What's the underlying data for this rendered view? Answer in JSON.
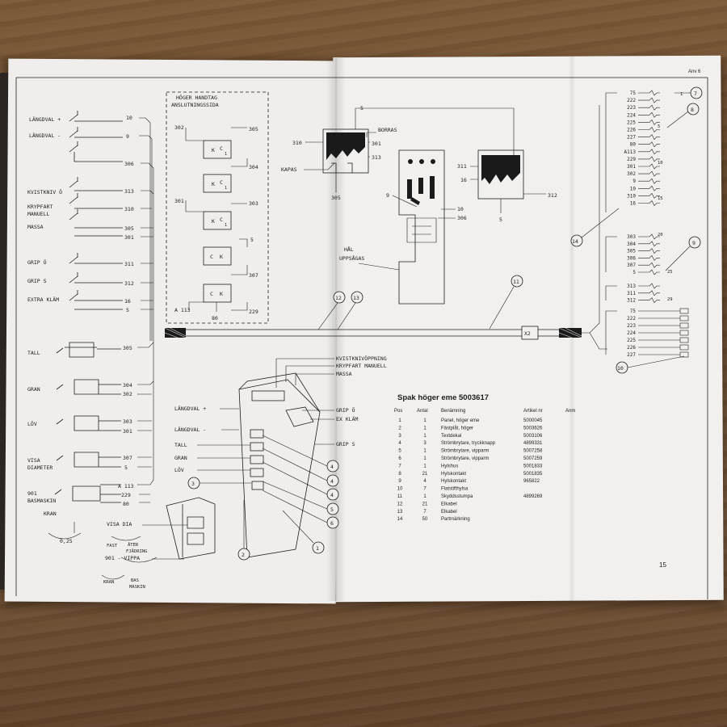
{
  "header": {
    "page_label": "Anv 6",
    "page_number": "15"
  },
  "left_panel": {
    "switch_labels": [
      "LÄNGDVAL +",
      "LÄNGDVAL -",
      "KVISTKNIV Ö",
      "KRYPFART",
      "MANUELL",
      "MASSA",
      "GRIP Ö",
      "GRIP S",
      "EXTRA KLÄM",
      "TALL",
      "GRAN",
      "LÖV",
      "VISA",
      "DIAMETER",
      "901",
      "BASMASKIN",
      "KRAN"
    ],
    "terminal_numbers": [
      "10",
      "9",
      "306",
      "313",
      "310",
      "305",
      "301",
      "311",
      "312",
      "16",
      "5",
      "305",
      "304",
      "302",
      "303",
      "301",
      "307",
      "5",
      "A 113",
      "229",
      "80"
    ],
    "resistor_value": "0,25"
  },
  "handle_box": {
    "title_line1": "HÖGER  HANDTAG",
    "title_line2": "ANSLUTNINGSSIDA",
    "numbers": [
      "302",
      "305",
      "304",
      "301",
      "303",
      "5",
      "307",
      "A 113",
      "229",
      "80"
    ],
    "relay_marks": [
      "K",
      "C",
      "1",
      "K",
      "C",
      "1",
      "K",
      "C",
      "1",
      "C",
      "K",
      "C",
      "K"
    ]
  },
  "pcb_labels": {
    "top_wire": "5",
    "left_board": [
      "310",
      "301",
      "313",
      "KAPAS",
      "305",
      "BORRAS"
    ],
    "right_board": [
      "311",
      "16",
      "312",
      "5"
    ],
    "mid_board": [
      "9",
      "10",
      "306"
    ],
    "hole_note_line1": "HÅL",
    "hole_note_line2": "UPPSÅGAS"
  },
  "cable": {
    "connector": "X2",
    "callouts": [
      "12",
      "13",
      "11"
    ]
  },
  "right_terminals": {
    "group_a": [
      "75",
      "222",
      "223",
      "224",
      "225",
      "226",
      "227",
      "80",
      "A113",
      "229",
      "301",
      "302",
      "9",
      "10",
      "310",
      "16"
    ],
    "group_b": [
      "303",
      "304",
      "305",
      "306",
      "307",
      "5"
    ],
    "group_c": [
      "313",
      "311",
      "312"
    ],
    "group_d": [
      "75",
      "222",
      "223",
      "224",
      "225",
      "226",
      "227"
    ],
    "pin_numbers": [
      "1",
      "5",
      "10",
      "15",
      "20",
      "25",
      "29"
    ],
    "callouts": [
      "7",
      "8",
      "14",
      "9",
      "10"
    ]
  },
  "lever_drawing": {
    "top_labels": [
      "KVISTKNIVÖPPNING",
      "KRYPFART MANUELL",
      "MASSA"
    ],
    "left_labels": [
      "LÄNGDVAL +",
      "LÄNGDVAL -",
      "TALL",
      "GRAN",
      "LÖV"
    ],
    "right_labels": [
      "GRIP Ö",
      "EX KLÄM",
      "GRIP S"
    ],
    "bottom_labels": [
      "VISA DIA",
      "FAST",
      "ÅTER",
      "FJÄDRING",
      "901 - VIPPA",
      "KRAN",
      "BAS",
      "MASKIN"
    ],
    "callouts": [
      "3",
      "2",
      "1",
      "4",
      "4",
      "4",
      "5",
      "6"
    ]
  },
  "parts_list": {
    "title": "Spak höger eme  5003617",
    "columns": [
      "Pos",
      "Antal",
      "Benämning",
      "Artikel nr",
      "Anm"
    ],
    "rows": [
      [
        "1",
        "1",
        "Panel, höger eme",
        "5000045"
      ],
      [
        "2",
        "1",
        "Fästplåt, höger",
        "5003626"
      ],
      [
        "3",
        "1",
        "Textdekal",
        "5003106"
      ],
      [
        "4",
        "3",
        "Strömbrytare, tryckknapp",
        "4899331"
      ],
      [
        "5",
        "1",
        "Strömbrytare, vipparm",
        "5007258"
      ],
      [
        "6",
        "1",
        "Strömbrytare, vipparm",
        "5007259"
      ],
      [
        "7",
        "1",
        "Hylshus",
        "5001833"
      ],
      [
        "8",
        "21",
        "Hylskontakt",
        "5001835"
      ],
      [
        "9",
        "4",
        "Hylskontakt",
        "965822"
      ],
      [
        "10",
        "7",
        "Flatstifthylsa",
        ""
      ],
      [
        "11",
        "1",
        "Skyddsstumpa",
        "4899269"
      ],
      [
        "12",
        "21",
        "Elkabel",
        ""
      ],
      [
        "13",
        "7",
        "Elkabel",
        ""
      ],
      [
        "14",
        "50",
        "Partmärkning",
        ""
      ]
    ]
  }
}
